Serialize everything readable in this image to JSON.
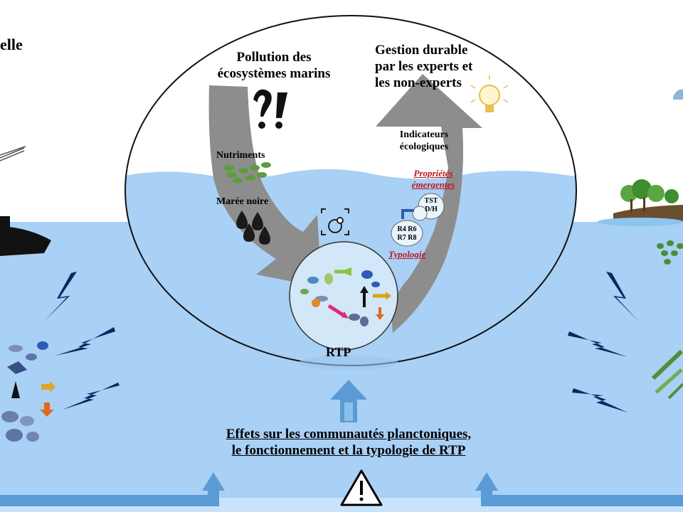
{
  "texts": {
    "corner_left": "elle",
    "pollution_line1": "Pollution des",
    "pollution_line2": "écosystèmes marins",
    "gestion_line1": "Gestion durable",
    "gestion_line2": "par les experts et",
    "gestion_line3": "les non-experts",
    "nutriments": "Nutriments",
    "maree_noire": "Marée noire",
    "indicateurs_line1": "Indicateurs",
    "indicateurs_line2": "écologiques",
    "proprietes_line1": "Propriétés",
    "proprietes_line2": "émergentes",
    "tst": "TST",
    "dh": "D/H",
    "r4r6": "R4 R6",
    "r7r8": "R7 R8",
    "typologie": "Typologie",
    "rtp": "RTP",
    "effets_line1": "Effets sur les communautés  planctoniques,",
    "effets_line2": "le fonctionnement  et la typologie de RTP",
    "question_marks": "?!"
  },
  "colors": {
    "sea": "#a9d0f5",
    "sea_surface": "#c9e3fb",
    "gray_arrow": "#8d8d8d",
    "lightning": "#0d2560",
    "blue_arrow": "#5b9bd5",
    "emphasis_red": "#c0141c",
    "nutrient_green": "#5a9e3a",
    "oil_black": "#1a1a1a"
  },
  "icons": [
    "question-exclamation-icon",
    "lightbulb-icon",
    "brain-gear-icon",
    "warning-triangle-icon",
    "lightning-icon",
    "oil-drop-icon",
    "tree-icon",
    "plankton-icon"
  ]
}
